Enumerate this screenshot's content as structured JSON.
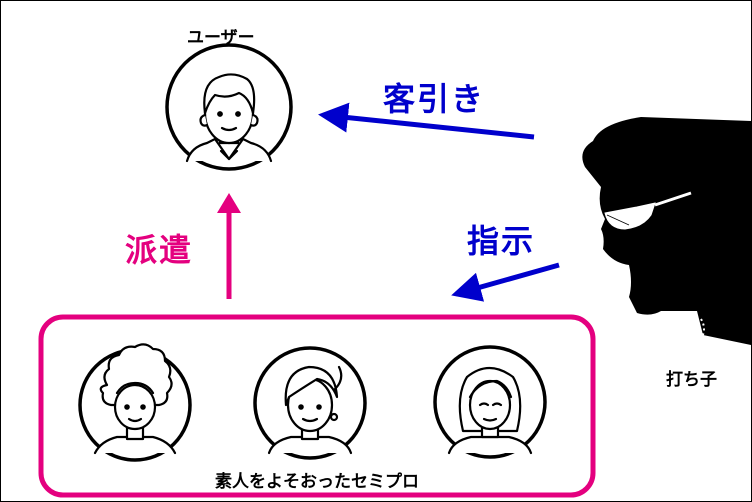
{
  "labels": {
    "user": "ユーザー",
    "solicit": "客引き",
    "instruct": "指示",
    "dispatch": "派遣",
    "tout": "打ち子",
    "group": "素人をよそおったセミプロ"
  },
  "colors": {
    "blue": "#0000cc",
    "pink": "#e4007f",
    "black": "#000000"
  },
  "icons": [
    "user-avatar-icon",
    "curly-woman-icon",
    "woman-earring-icon",
    "woman-bob-icon",
    "tout-silhouette-icon"
  ]
}
